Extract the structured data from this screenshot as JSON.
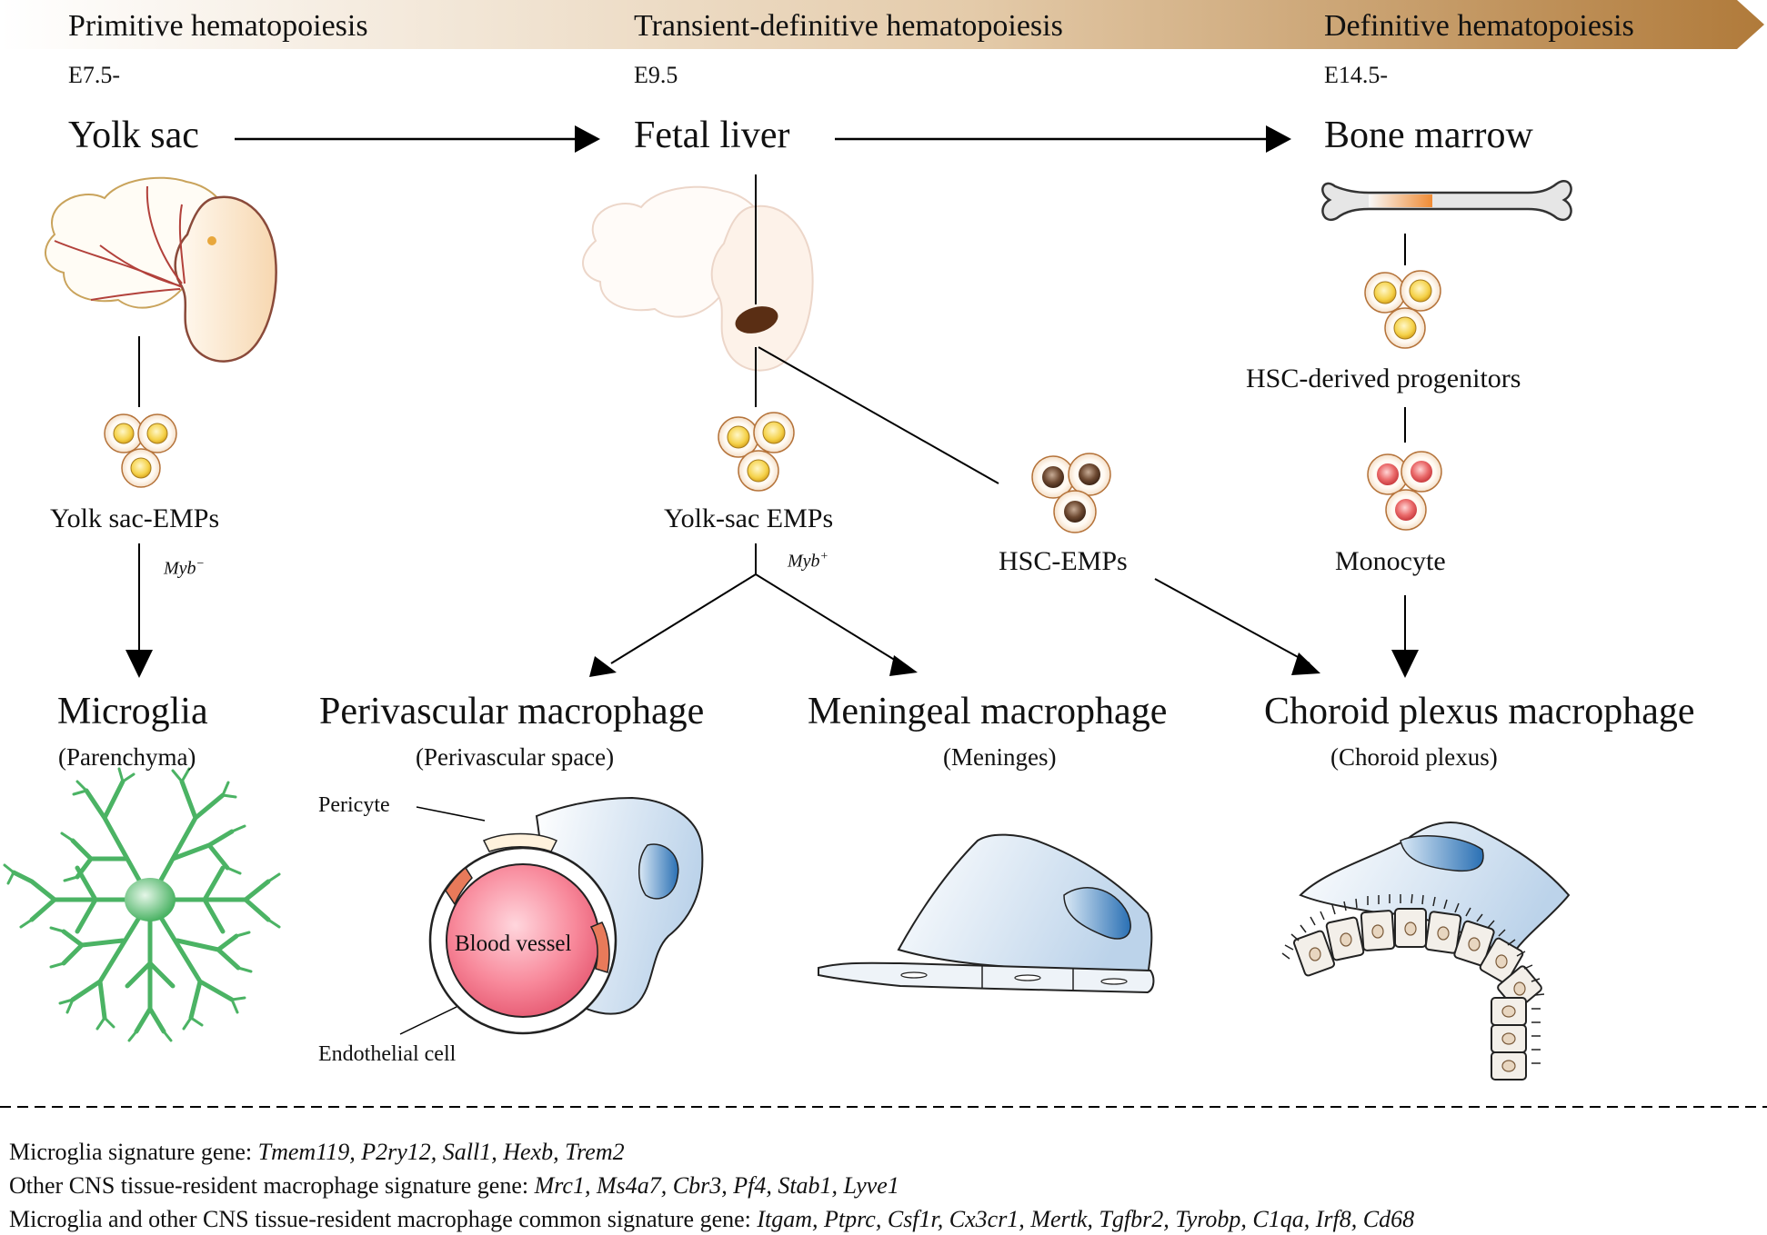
{
  "phases": {
    "primitive": "Primitive hematopoiesis",
    "transient": "Transient-definitive hematopoiesis",
    "definitive": "Definitive hematopoiesis"
  },
  "stages": {
    "yolk_sac": "E7.5-",
    "fetal_liver": "E9.5",
    "bone_marrow": "E14.5-"
  },
  "sites": {
    "yolk_sac": "Yolk sac",
    "fetal_liver": "Fetal liver",
    "bone_marrow": "Bone marrow"
  },
  "progenitors": {
    "yolk_sac_emps": "Yolk sac-EMPs",
    "yolk_sac_emps_fl": "Yolk-sac EMPs",
    "hsc_emps": "HSC-EMPs",
    "hsc_derived": "HSC-derived progenitors",
    "monocyte": "Monocyte"
  },
  "markers": {
    "myb_neg": "Myb",
    "myb_neg_sup": "−",
    "myb_pos": "Myb",
    "myb_pos_sup": "+"
  },
  "destinations": {
    "microglia": {
      "name": "Microglia",
      "location": "(Parenchyma)"
    },
    "perivascular": {
      "name": "Perivascular macrophage",
      "location": "(Perivascular space)"
    },
    "meningeal": {
      "name": "Meningeal macrophage",
      "location": "(Meninges)"
    },
    "choroid": {
      "name": "Choroid plexus macrophage",
      "location": "(Choroid plexus)"
    }
  },
  "labels": {
    "pericyte": "Pericyte",
    "blood_vessel": "Blood vessel",
    "endothelial": "Endothelial cell"
  },
  "signatures": [
    {
      "prefix": "Microglia signature gene: ",
      "genes": "Tmem119, P2ry12, Sall1, Hexb, Trem2"
    },
    {
      "prefix": "Other CNS tissue-resident macrophage signature gene: ",
      "genes": "Mrc1, Ms4a7, Cbr3, Pf4, Stab1, Lyve1"
    },
    {
      "prefix": "Microglia and other CNS tissue-resident macrophage common signature gene: ",
      "genes": "Itgam, Ptprc, Csf1r, Cx3cr1, Mertk, Tgfbr2, Tyrobp, C1qa, Irf8, Cd68"
    }
  ],
  "colors": {
    "banner_start": "#ffffff",
    "banner_end": "#b07a3a",
    "microglia": "#4bb364",
    "yellow_cell": "#f3c73f",
    "brown_cell": "#5a3a24",
    "red_cell": "#e0575a",
    "vessel": "#f47b8f",
    "macrophage": "#c9dcee"
  }
}
